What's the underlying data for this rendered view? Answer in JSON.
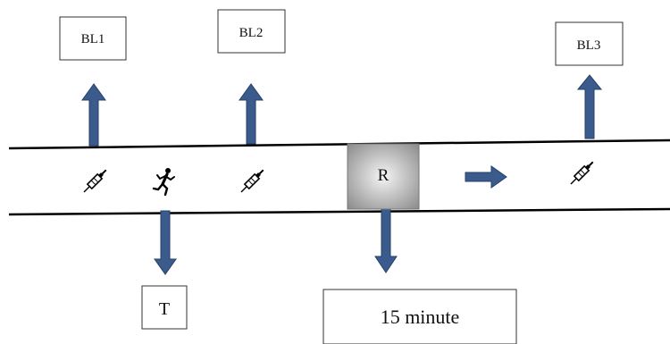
{
  "labels": {
    "bl1": "BL1",
    "bl2": "BL2",
    "bl3": "BL3",
    "t": "T",
    "r": "R",
    "rest": "15 minute"
  },
  "icons": {
    "syringe_1": "syringe-icon",
    "runner": "runner-icon",
    "syringe_2": "syringe-icon",
    "syringe_3": "syringe-icon"
  },
  "colors": {
    "arrow_fill": "#3b5b8c",
    "arrow_stroke": "#24406a",
    "line": "#000000",
    "box_border": "#333333",
    "r_box_light": "#f4f4f4",
    "r_box_dark": "#8a8a8a"
  }
}
